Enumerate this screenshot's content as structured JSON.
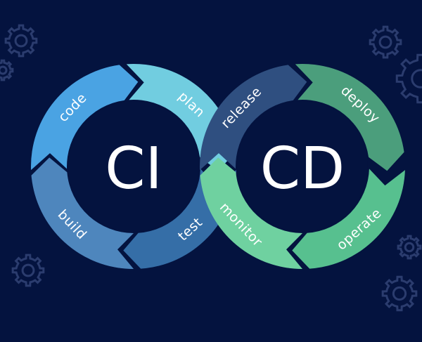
{
  "colors": {
    "background": "#04133f",
    "gear": "#2b3c6e",
    "hole": "#04133f"
  },
  "ci": {
    "label": "CI",
    "segments": [
      {
        "label": "code",
        "color": "#4aa3e3"
      },
      {
        "label": "plan",
        "color": "#71cde0"
      },
      {
        "label": "test",
        "color": "#356ea7"
      },
      {
        "label": "build",
        "color": "#4e86bd"
      }
    ]
  },
  "cd": {
    "label": "CD",
    "segments": [
      {
        "label": "release",
        "color": "#2f4f80"
      },
      {
        "label": "deploy",
        "color": "#4b9e7c"
      },
      {
        "label": "operate",
        "color": "#57c08f"
      },
      {
        "label": "monitor",
        "color": "#6fd1a0"
      }
    ]
  },
  "decorations": {
    "gear_icons": [
      "gear-icon",
      "gear-icon",
      "gear-icon",
      "gear-icon",
      "gear-icon",
      "gear-icon",
      "gear-icon"
    ]
  }
}
